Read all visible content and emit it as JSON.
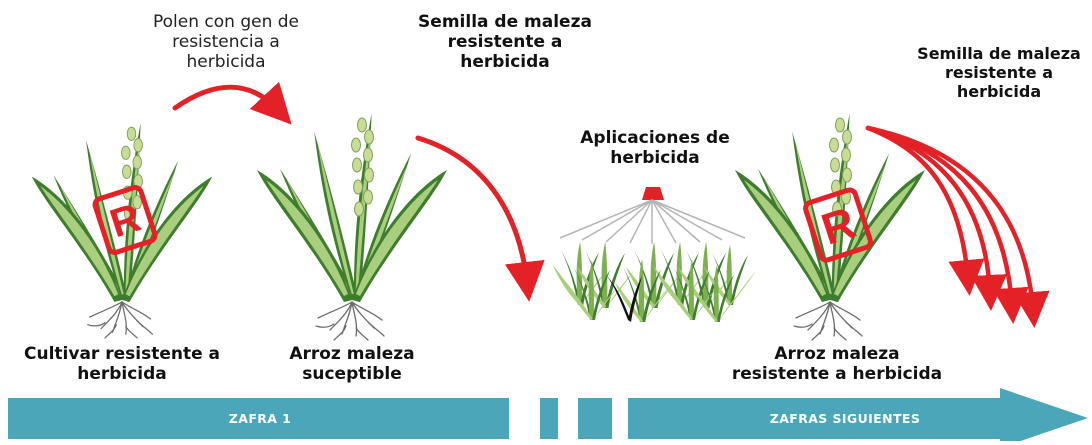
{
  "labels": {
    "pollen": "Polen con gen de resistencia a herbicida",
    "seed_1": "Semilla de maleza resistente a herbicida",
    "seed_2": "Semilla de maleza resistente a herbicida",
    "applications": "Aplicaciones de herbicida",
    "crop": "Cultivar resistente a herbicida",
    "weed_susceptible": "Arroz maleza suceptible",
    "weed_resistant": "Arroz maleza resistente a herbicida"
  },
  "badge_letter": "R",
  "timeline": {
    "season_1": "ZAFRA 1",
    "following": "ZAFRAS SIGUIENTES"
  },
  "colors": {
    "arrow_red": "#e32127",
    "band_teal": "#4aa6b8",
    "leaf_dark": "#3f7d2e",
    "leaf_light": "#a9cf7e",
    "grain": "#c9dc94",
    "root": "#6b6b6b"
  }
}
